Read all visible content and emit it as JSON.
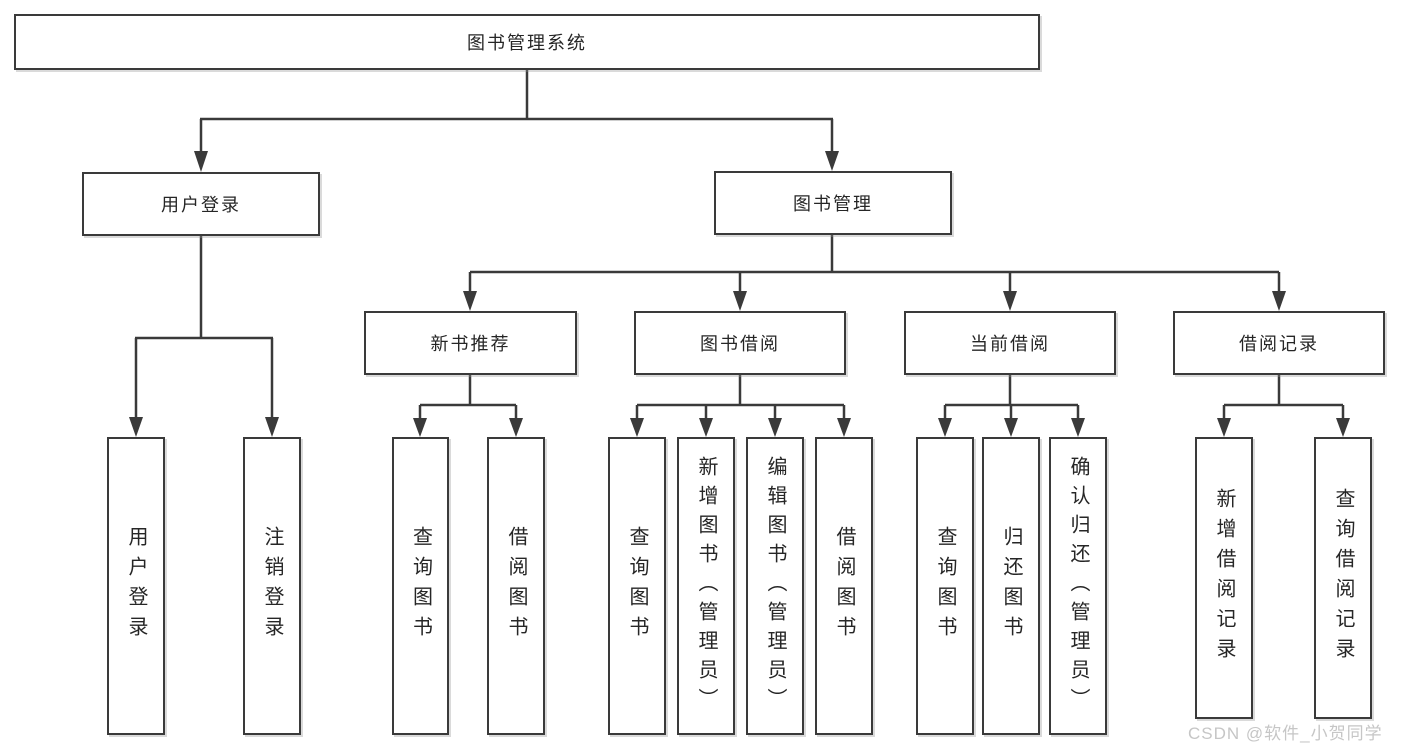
{
  "colors": {
    "line": "#3a3a3a",
    "box_border": "#3a3a3a",
    "text": "#262626",
    "watermark_text": "#c6c6c6",
    "background": "#ffffff"
  },
  "tree": {
    "root": "图书管理系统",
    "children": [
      {
        "label": "用户登录",
        "children": [
          {
            "label": "用户登录"
          },
          {
            "label": "注销登录"
          }
        ]
      },
      {
        "label": "图书管理",
        "children": [
          {
            "label": "新书推荐",
            "children": [
              {
                "label": "查询图书"
              },
              {
                "label": "借阅图书"
              }
            ]
          },
          {
            "label": "图书借阅",
            "children": [
              {
                "label": "查询图书"
              },
              {
                "label": "新增图书（管理员）"
              },
              {
                "label": "编辑图书（管理员）"
              },
              {
                "label": "借阅图书"
              }
            ]
          },
          {
            "label": "当前借阅",
            "children": [
              {
                "label": "查询图书"
              },
              {
                "label": "归还图书"
              },
              {
                "label": "确认归还（管理员）"
              }
            ]
          },
          {
            "label": "借阅记录",
            "children": [
              {
                "label": "新增借阅记录"
              },
              {
                "label": "查询借阅记录"
              }
            ]
          }
        ]
      }
    ]
  },
  "watermark": {
    "text": "CSDN @软件_小贺同学"
  }
}
